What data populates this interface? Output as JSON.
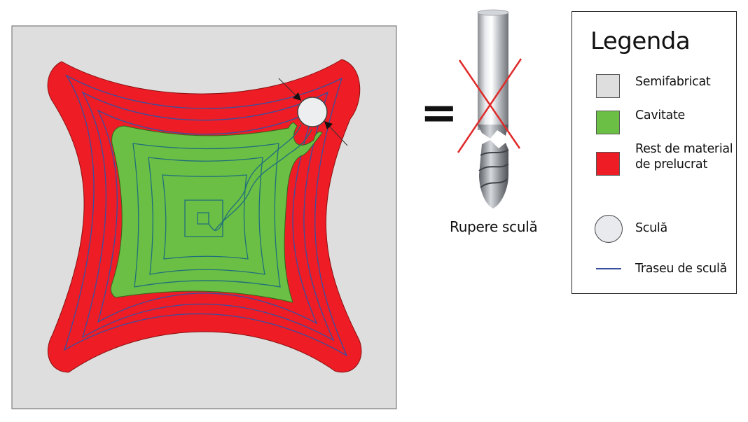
{
  "equals_sign": "=",
  "tool_break": {
    "caption": "Rupere sculă"
  },
  "legend": {
    "title": "Legenda",
    "items": [
      {
        "label": "Semifabricat",
        "color": "#dedede"
      },
      {
        "label": "Cavitate",
        "color": "#6cbf45"
      },
      {
        "label_line1": "Rest de material",
        "label_line2": "de prelucrat",
        "color": "#ee1c25"
      },
      {
        "label": "Sculă",
        "color": "#e8eaed"
      },
      {
        "label": "Traseu de sculă",
        "color": "#3a4fa0"
      }
    ]
  },
  "colors": {
    "workpiece": "#dedede",
    "cavity": "#6cbf45",
    "remaining": "#ee1c25",
    "toolpath": "#3a4fa0",
    "cross": "#e02a2a"
  }
}
